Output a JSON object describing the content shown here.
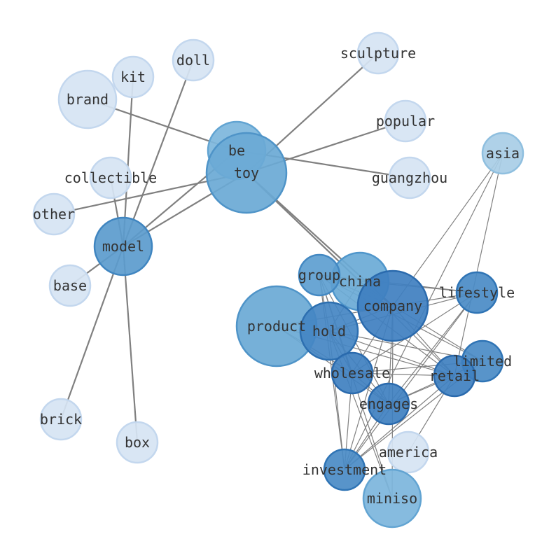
{
  "graph": {
    "nodes": [
      {
        "id": "kit",
        "label": "kit",
        "color": "#d6e4f3"
      },
      {
        "id": "doll",
        "label": "doll",
        "color": "#d6e4f3"
      },
      {
        "id": "brand",
        "label": "brand",
        "color": "#d6e4f3"
      },
      {
        "id": "sculpture",
        "label": "sculpture",
        "color": "#d6e4f3"
      },
      {
        "id": "popular",
        "label": "popular",
        "color": "#d6e4f3"
      },
      {
        "id": "asia",
        "label": "asia",
        "color": "#a8cde6"
      },
      {
        "id": "collectible",
        "label": "collectible",
        "color": "#d6e4f3"
      },
      {
        "id": "guangzhou",
        "label": "guangzhou",
        "color": "#d6e4f3"
      },
      {
        "id": "other",
        "label": "other",
        "color": "#d6e4f3"
      },
      {
        "id": "base",
        "label": "base",
        "color": "#d6e4f3"
      },
      {
        "id": "brick",
        "label": "brick",
        "color": "#d6e4f3"
      },
      {
        "id": "box",
        "label": "box",
        "color": "#d6e4f3"
      },
      {
        "id": "america",
        "label": "america",
        "color": "#d6e4f3"
      },
      {
        "id": "miniso",
        "label": "miniso",
        "color": "#7cb5dc"
      },
      {
        "id": "be",
        "label": "be",
        "color": "#7db6dc"
      },
      {
        "id": "china",
        "label": "china",
        "color": "#6aaad6"
      },
      {
        "id": "group",
        "label": "group",
        "color": "#5d9ed0"
      },
      {
        "id": "product",
        "label": "product",
        "color": "#6aa9d5"
      },
      {
        "id": "toy",
        "label": "toy",
        "color": "#6aa9d5"
      },
      {
        "id": "model",
        "label": "model",
        "color": "#5b9bcd"
      },
      {
        "id": "lifestyle",
        "label": "lifestyle",
        "color": "#4a8bc6"
      },
      {
        "id": "limited",
        "label": "limited",
        "color": "#4a8bc6"
      },
      {
        "id": "company",
        "label": "company",
        "color": "#3f7fc0"
      },
      {
        "id": "hold",
        "label": "hold",
        "color": "#4485c3"
      },
      {
        "id": "wholesale",
        "label": "wholesale",
        "color": "#3f80c0"
      },
      {
        "id": "retail",
        "label": "retail",
        "color": "#3f80c0"
      },
      {
        "id": "engages",
        "label": "engages",
        "color": "#3f80c0"
      },
      {
        "id": "investment",
        "label": "investment",
        "color": "#4a8bc6"
      }
    ],
    "edges": [
      [
        "model",
        "kit"
      ],
      [
        "model",
        "doll"
      ],
      [
        "model",
        "collectible"
      ],
      [
        "model",
        "base"
      ],
      [
        "model",
        "brick"
      ],
      [
        "model",
        "box"
      ],
      [
        "model",
        "toy"
      ],
      [
        "toy",
        "sculpture"
      ],
      [
        "toy",
        "popular"
      ],
      [
        "toy",
        "other"
      ],
      [
        "toy",
        "china"
      ],
      [
        "toy",
        "company"
      ],
      [
        "be",
        "brand"
      ],
      [
        "be",
        "guangzhou"
      ],
      [
        "be",
        "model"
      ],
      [
        "company",
        "china"
      ],
      [
        "company",
        "group"
      ],
      [
        "company",
        "product"
      ],
      [
        "company",
        "hold"
      ],
      [
        "company",
        "lifestyle"
      ],
      [
        "company",
        "limited"
      ],
      [
        "company",
        "retail"
      ],
      [
        "company",
        "wholesale"
      ],
      [
        "company",
        "engages"
      ],
      [
        "company",
        "investment"
      ],
      [
        "company",
        "miniso"
      ],
      [
        "company",
        "asia"
      ],
      [
        "group",
        "hold"
      ],
      [
        "group",
        "lifestyle"
      ],
      [
        "group",
        "limited"
      ],
      [
        "group",
        "retail"
      ],
      [
        "group",
        "wholesale"
      ],
      [
        "group",
        "engages"
      ],
      [
        "group",
        "investment"
      ],
      [
        "group",
        "miniso"
      ],
      [
        "china",
        "lifestyle"
      ],
      [
        "china",
        "hold"
      ],
      [
        "china",
        "retail"
      ],
      [
        "hold",
        "lifestyle"
      ],
      [
        "hold",
        "limited"
      ],
      [
        "hold",
        "retail"
      ],
      [
        "hold",
        "wholesale"
      ],
      [
        "hold",
        "engages"
      ],
      [
        "hold",
        "investment"
      ],
      [
        "hold",
        "miniso"
      ],
      [
        "product",
        "retail"
      ],
      [
        "product",
        "wholesale"
      ],
      [
        "product",
        "engages"
      ],
      [
        "lifestyle",
        "wholesale"
      ],
      [
        "lifestyle",
        "engages"
      ],
      [
        "lifestyle",
        "investment"
      ],
      [
        "limited",
        "wholesale"
      ],
      [
        "limited",
        "engages"
      ],
      [
        "limited",
        "investment"
      ],
      [
        "retail",
        "wholesale"
      ],
      [
        "retail",
        "engages"
      ],
      [
        "retail",
        "investment"
      ],
      [
        "retail",
        "america"
      ],
      [
        "wholesale",
        "investment"
      ],
      [
        "wholesale",
        "engages"
      ],
      [
        "engages",
        "investment"
      ],
      [
        "asia",
        "investment"
      ],
      [
        "asia",
        "retail"
      ]
    ]
  }
}
